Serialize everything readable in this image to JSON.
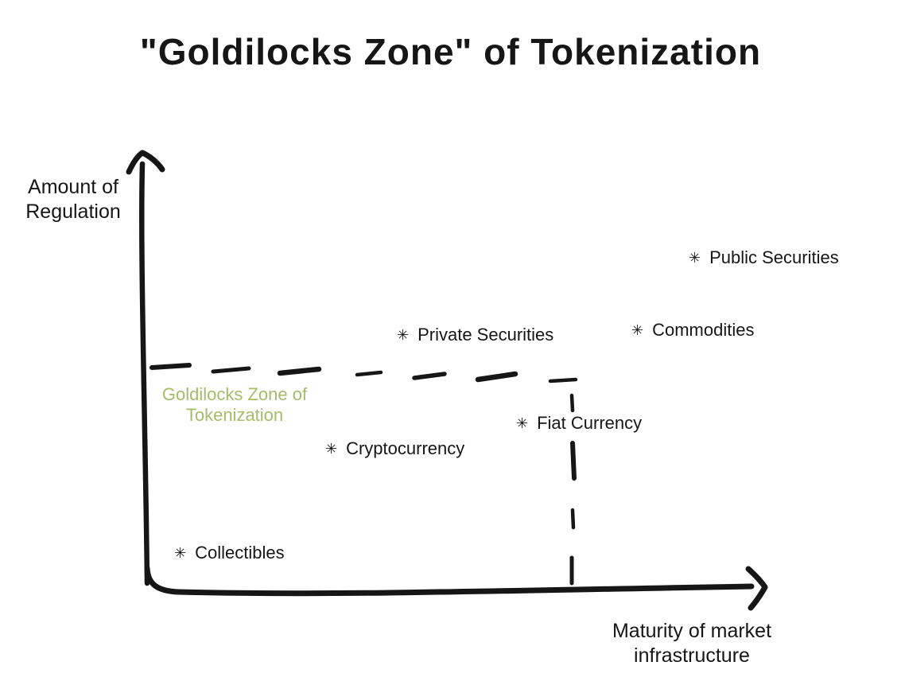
{
  "title": "\"Goldilocks Zone\" of Tokenization",
  "axes": {
    "y_label_line1": "Amount of",
    "y_label_line2": "Regulation",
    "x_label_line1": "Maturity of market",
    "x_label_line2": "infrastructure"
  },
  "zone_label": {
    "line1": "Goldilocks Zone of",
    "line2": "Tokenization"
  },
  "marker_glyph": "✳",
  "colors": {
    "ink": "#161616",
    "zone_green": "#a3bd69",
    "background": "#ffffff"
  },
  "chart_data": {
    "type": "scatter",
    "title": "\"Goldilocks Zone\" of Tokenization",
    "xlabel": "Maturity of market infrastructure",
    "ylabel": "Amount of Regulation",
    "axis_style": "hand-drawn conceptual axes, no ticks or numeric scale",
    "xlim": [
      0,
      1
    ],
    "ylim": [
      0,
      1
    ],
    "points": [
      {
        "label": "Public Securities",
        "x": 0.89,
        "y": 0.76
      },
      {
        "label": "Commodities",
        "x": 0.8,
        "y": 0.59
      },
      {
        "label": "Private Securities",
        "x": 0.42,
        "y": 0.58
      },
      {
        "label": "Fiat Currency",
        "x": 0.61,
        "y": 0.37
      },
      {
        "label": "Cryptocurrency",
        "x": 0.3,
        "y": 0.32
      },
      {
        "label": "Collectibles",
        "x": 0.06,
        "y": 0.07
      }
    ],
    "goldilocks_zone": {
      "label": "Goldilocks Zone of Tokenization",
      "boundary_style": "hand-drawn dashed lines",
      "max_regulation": 0.5,
      "max_maturity": 0.69
    }
  }
}
